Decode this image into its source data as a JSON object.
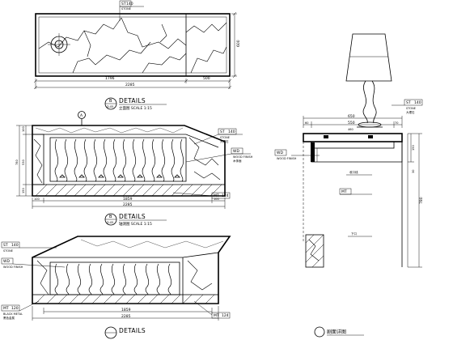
{
  "plan": {
    "dims": {
      "width_total": "2285",
      "segment_a": "1796",
      "segment_b": "500",
      "depth": "600"
    },
    "callout": {
      "code": "ST",
      "num": "140",
      "material": "STONE",
      "remark": "大理石"
    }
  },
  "elevation": {
    "title": "DETAILS",
    "subtitle": "立面图  SCALE 1:15",
    "marker_letter": "B",
    "marker_sheet": "D-05",
    "dims_left": [
      "100",
      "530",
      "780",
      "150"
    ],
    "dims_bottom": [
      "100",
      "1859",
      "100",
      "2285"
    ],
    "callouts": [
      {
        "code": "ST",
        "num": "140",
        "material": "STONE",
        "remark": "大理石"
      },
      {
        "code": "WD",
        "num": "",
        "material": "WOOD FINISH",
        "remark": "木饰面"
      },
      {
        "code": "MT",
        "num": "124",
        "material": "",
        "remark": ""
      }
    ]
  },
  "isometric": {
    "title": "DETAILS",
    "subtitle": "轴测图  SCALE 1:15",
    "marker_letter": "B",
    "marker_sheet": "D-05",
    "dims_bottom": [
      "1859",
      "2285"
    ],
    "callouts": [
      {
        "code": "ST",
        "num": "140",
        "material": "STONE",
        "remark": ""
      },
      {
        "code": "WD",
        "num": "",
        "material": "WOOD FINISH",
        "remark": ""
      },
      {
        "code": "MT",
        "num": "124",
        "material": "",
        "remark": ""
      },
      {
        "code": "MT",
        "num": "120",
        "material": "BLACK METAL",
        "remark": "黑色金属"
      }
    ],
    "bottom_title": "DETAILS"
  },
  "section": {
    "title": "剧面详图",
    "dims_top": [
      "650",
      "550",
      "60",
      "460",
      "70"
    ],
    "dims_right": [
      "150",
      "780",
      "30"
    ],
    "callouts": [
      {
        "code": "ST",
        "num": "140",
        "material": "STONE",
        "remark": "大理石"
      },
      {
        "code": "WD",
        "num": "",
        "material": "WOOD FINISH",
        "remark": ""
      },
      {
        "code": "MT",
        "num": "",
        "material": "",
        "remark": ""
      }
    ],
    "notes": [
      "收口线",
      "下口"
    ]
  }
}
